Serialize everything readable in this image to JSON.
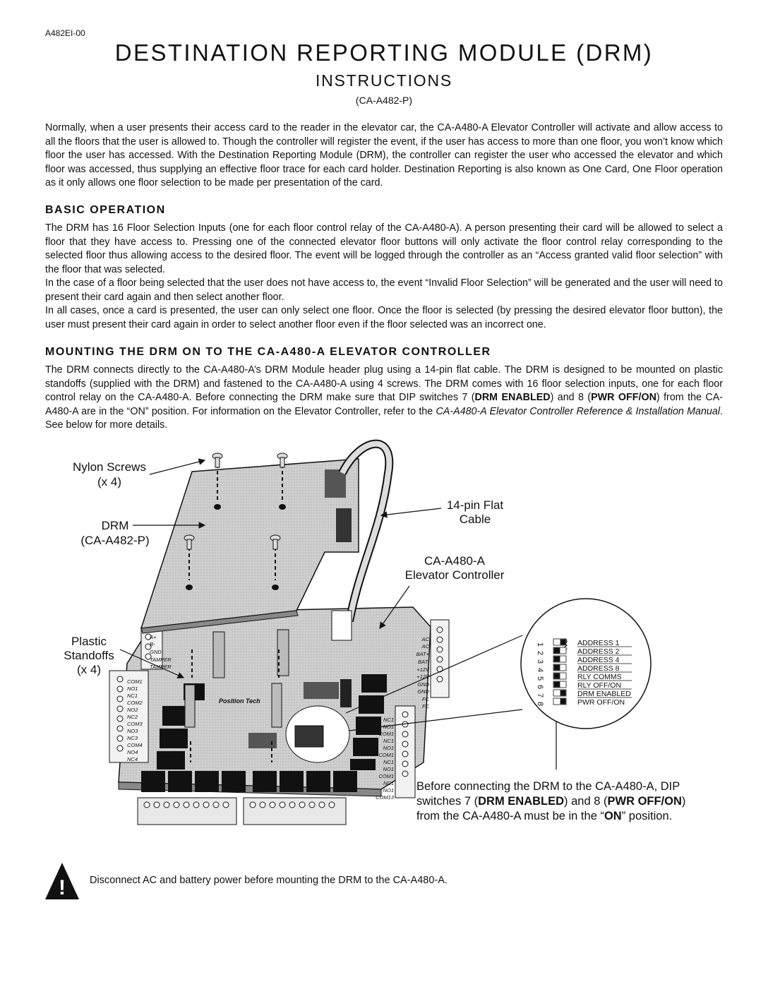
{
  "doc_id": "A482EI-00",
  "title": "DESTINATION REPORTING MODULE (DRM)",
  "subtitle": "INSTRUCTIONS",
  "part_number": "(CA-A482-P)",
  "intro": "Normally, when a user presents their access card to the reader in the elevator car, the CA-A480-A Elevator Controller will activate and allow access to all the floors that the user is allowed to. Though the controller will register the event, if the user has access to more than one floor, you won’t know which floor the user has accessed. With the Destination Reporting Module (DRM), the controller can register the user who accessed the elevator and which floor was accessed, thus supplying an effective floor trace for each card holder. Destination Reporting is also known as One Card, One Floor operation as it only allows one floor selection to be made per presentation of the card.",
  "basic_operation": {
    "heading": "BASIC OPERATION",
    "p1": "The DRM has 16 Floor Selection Inputs (one for each floor control relay of the CA-A480-A). A person presenting their card will be allowed to select a floor that they have access to. Pressing one of the connected elevator floor buttons will only activate the floor control relay corresponding to the selected floor thus allowing access to the desired floor. The event will be logged through the controller as an “Access granted valid floor selection” with the floor that was selected.",
    "p2": "In the case of a floor being selected that the user does not have access to, the event “Invalid Floor Selection” will be generated and the user will need to present their card again and then select another floor.",
    "p3": "In all cases, once a card is presented, the user can only select one floor. Once the floor is selected (by pressing the desired elevator floor button), the user must present their card again in order to select another floor even if the floor selected was an incorrect one."
  },
  "mounting": {
    "heading": "MOUNTING THE DRM ON TO THE CA-A480-A ELEVATOR CONTROLLER",
    "text_a": "The DRM connects directly to the CA-A480-A’s DRM Module header plug using a 14-pin flat cable. The DRM is designed to be mounted on plastic standoffs (supplied with the DRM) and fastened to the CA-A480-A using 4 screws. The DRM comes with 16 floor selection inputs, one for each floor control relay on the CA-A480-A. Before connecting the DRM make sure that DIP switches 7 (",
    "bold_1": "DRM ENABLED",
    "text_b": ") and 8 (",
    "bold_2": "PWR OFF/ON",
    "text_c": ") from the CA-A480-A are in the “ON” position. For information on the Elevator Controller, refer to the ",
    "italic_ref": "CA-A480-A Elevator Controller Reference & Installation Manual",
    "text_d": ". See below for more details."
  },
  "diagram": {
    "nylon_screws": "Nylon Screws",
    "nylon_screws_qty": "(x 4)",
    "drm": "DRM",
    "drm_part": "(CA-A482-P)",
    "flat_cable_1": "14-pin Flat",
    "flat_cable_2": "Cable",
    "controller_1": "CA-A480-A",
    "controller_2": "Elevator Controller",
    "standoffs_1": "Plastic",
    "standoffs_2": "Standoffs",
    "standoffs_qty": "(x 4)",
    "brand": "Position Tech",
    "left_terminals_top": [
      "A+",
      "B-",
      "GND",
      "TAMPER",
      "TAMPER"
    ],
    "left_terminals": [
      "COM1",
      "NO1",
      "NC1",
      "COM2",
      "NO2",
      "NC2",
      "COM3",
      "NO3",
      "NC3",
      "COM4",
      "NO4",
      "NC4"
    ],
    "right_terminals_top": [
      "AC",
      "AC",
      "BAT+",
      "BAT-",
      "+12V",
      "+12V",
      "GND",
      "GND",
      "FC",
      "FC"
    ],
    "right_terminals": [
      "NC1",
      "NO1",
      "COM1",
      "NC1",
      "NO1",
      "COM1",
      "NC1",
      "NO1",
      "COM1",
      "NC1",
      "NO1",
      "COM13"
    ],
    "dip_on_label": "ON",
    "dip_switches": [
      {
        "num": "1",
        "label": "ADDRESS 1"
      },
      {
        "num": "2",
        "label": "ADDRESS 2"
      },
      {
        "num": "3",
        "label": "ADDRESS 4"
      },
      {
        "num": "4",
        "label": "ADDRESS 8"
      },
      {
        "num": "5",
        "label": "RLY COMMS"
      },
      {
        "num": "6",
        "label": "RLY OFF/ON"
      },
      {
        "num": "7",
        "label": "DRM ENABLED"
      },
      {
        "num": "8",
        "label": "PWR OFF/ON"
      }
    ],
    "note_line1": "Before connecting the DRM to the CA-A480-A, DIP",
    "note_l2_a": "switches 7 (",
    "note_l2_b": "DRM ENABLED",
    "note_l2_c": ") and 8 (",
    "note_l2_d": "PWR OFF/ON",
    "note_l2_e": ")",
    "note_l3_a": "from the CA-A480-A must be in the “",
    "note_l3_b": "ON",
    "note_l3_c": "” position."
  },
  "warning": {
    "symbol": "!",
    "text": "Disconnect AC and battery power before mounting the DRM to the CA-A480-A."
  }
}
